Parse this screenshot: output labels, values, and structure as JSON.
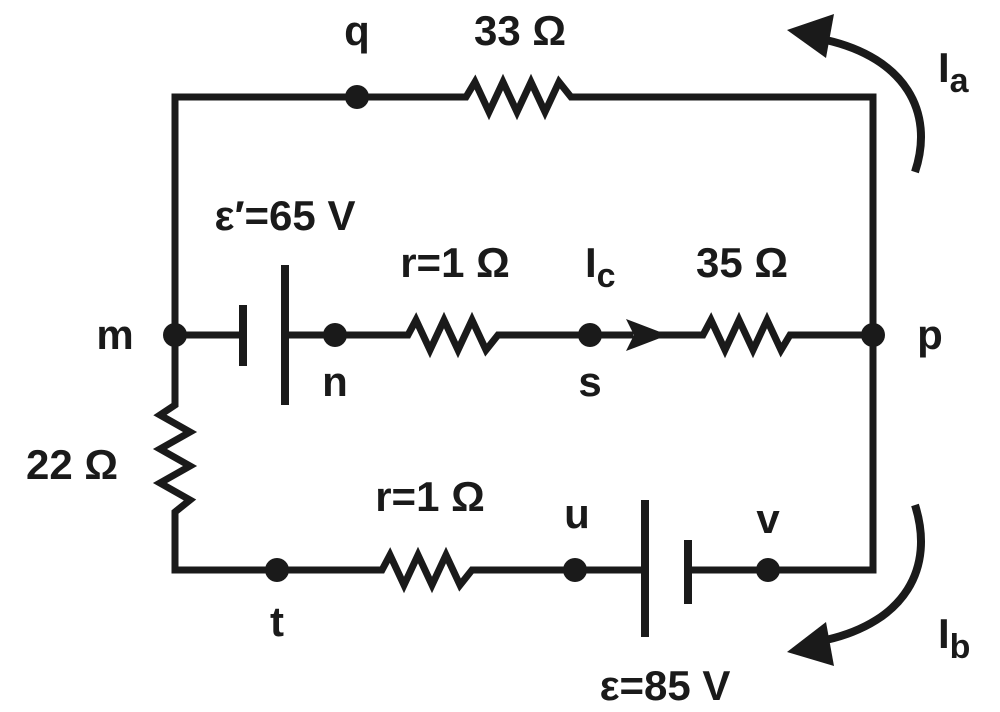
{
  "nodes": {
    "q": "q",
    "m": "m",
    "n": "n",
    "s": "s",
    "p": "p",
    "t": "t",
    "u": "u",
    "v": "v"
  },
  "components": {
    "top_resistor": "33 Ω",
    "middle_emf": "ε′=65 V",
    "middle_internal_resistance": "r=1 Ω",
    "middle_resistor": "35 Ω",
    "left_resistor": "22 Ω",
    "bottom_internal_resistance": "r=1 Ω",
    "bottom_emf": "ε=85 V"
  },
  "currents": {
    "a": {
      "symbol": "I",
      "sub": "a"
    },
    "b": {
      "symbol": "I",
      "sub": "b"
    },
    "c": {
      "symbol": "I",
      "sub": "c"
    }
  }
}
